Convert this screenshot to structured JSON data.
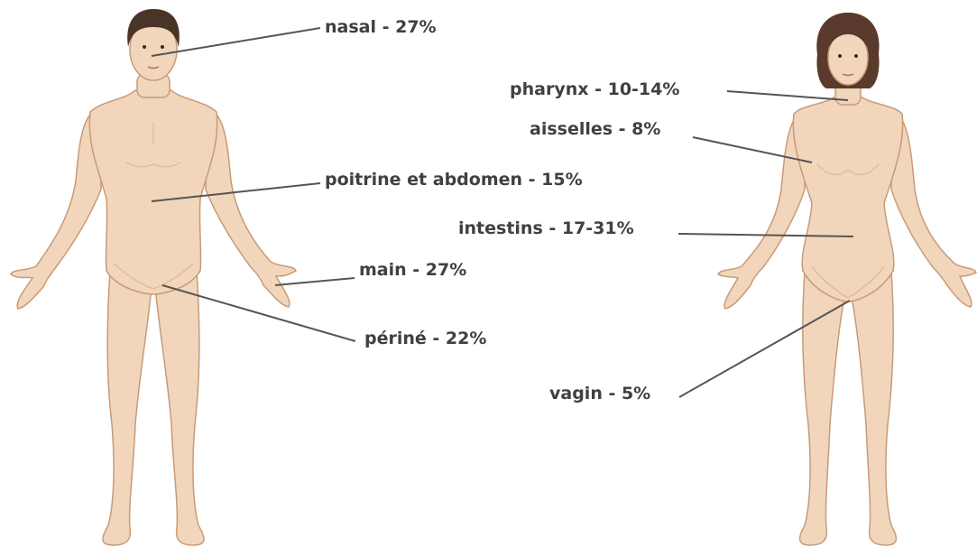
{
  "colors": {
    "skin": "#f2d6bb",
    "skin_shadow": "#e2bc9c",
    "outline": "#c89a78",
    "hair_male": "#4a3427",
    "hair_female": "#5a3a2c",
    "leader_line": "#555555",
    "label_text": "#404040"
  },
  "male": {
    "labels": {
      "nasal": "nasal - 27%",
      "poitrine": "poitrine et abdomen - 15%",
      "main": "main - 27%",
      "perine": "périné - 22%"
    }
  },
  "female": {
    "labels": {
      "pharynx": "pharynx - 10-14%",
      "aisselles": "aisselles - 8%",
      "intestins": "intestins - 17-31%",
      "vagin": "vagin - 5%"
    }
  }
}
